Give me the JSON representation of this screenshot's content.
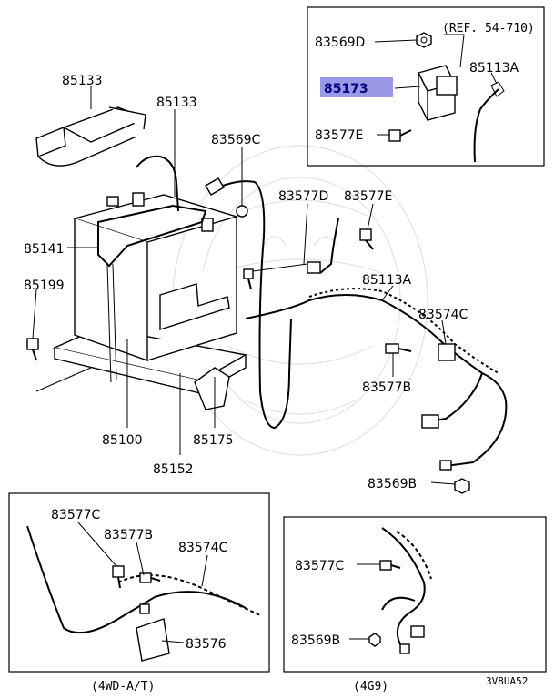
{
  "labels": {
    "p85133_left": "85133",
    "p85133_mid": "85133",
    "p83569C": "83569C",
    "p83577D": "83577D",
    "p83577E_main": "83577E",
    "p85141": "85141",
    "p85199": "85199",
    "p85113A_main": "85113A",
    "p83574C_main": "83574C",
    "p83577B_main": "83577B",
    "p85100": "85100",
    "p85175": "85175",
    "p85152": "85152",
    "p83569B_main": "83569B",
    "p83569D": "83569D",
    "p85173": "85173",
    "p85113A_inset": "85113A",
    "p83577E_inset": "83577E",
    "p83577C_4wd": "83577C",
    "p83577B_4wd": "83577B",
    "p83574C_4wd": "83574C",
    "p83576": "83576",
    "p83577C_4g9": "83577C",
    "p83569B_4g9": "83569B"
  },
  "reference_note": "(REF. 54-710)",
  "captions": {
    "left_inset": "(4WD-A/T)",
    "right_inset": "(4G9)"
  },
  "diagram_code": "3V8UA52",
  "highlighted_part": "85173",
  "colors": {
    "highlight": "#9999e6",
    "highlight_text": "#000080",
    "line": "#000000",
    "watermark": "#e2e2e2"
  }
}
